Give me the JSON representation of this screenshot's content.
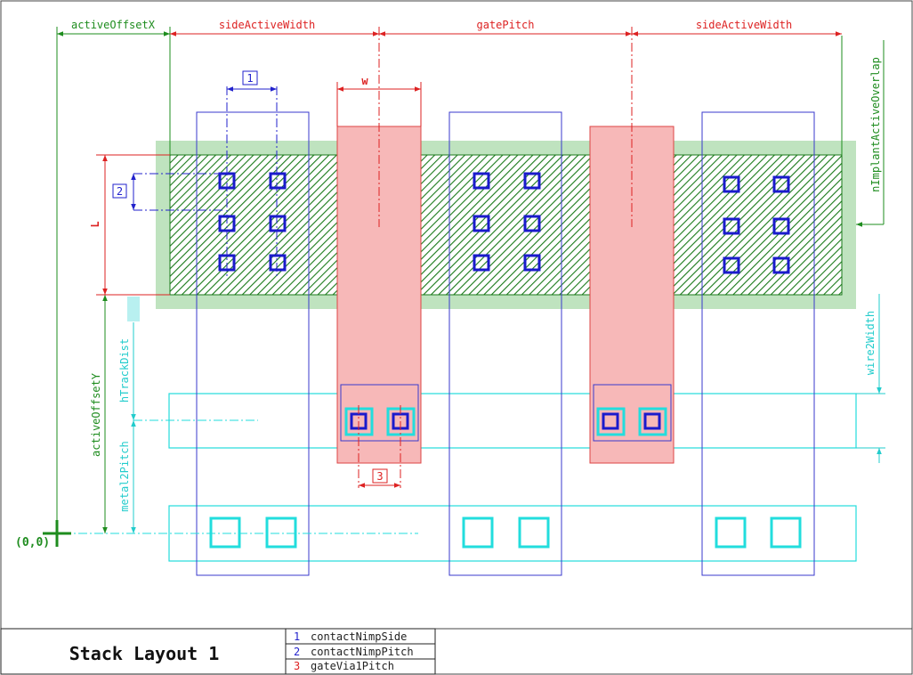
{
  "title_block": {
    "title": "Stack Layout 1",
    "legend": [
      {
        "num": "1",
        "label": "contactNimpSide",
        "color": "#1a1aaa"
      },
      {
        "num": "2",
        "label": "contactNimpPitch",
        "color": "#1a1aaa"
      },
      {
        "num": "3",
        "label": "gateVia1Pitch",
        "color": "#cc2222"
      }
    ]
  },
  "dimensions": {
    "active_offset_x": "activeOffsetX",
    "side_active_width_left": "sideActiveWidth",
    "gate_pitch": "gatePitch",
    "side_active_width_right": "sideActiveWidth",
    "w": "w",
    "L": "L",
    "n_implant_active_overlap": "nImplantActiveOverlap",
    "wire2_width": "wire2Width",
    "active_offset_y": "activeOffsetY",
    "h_track_dist": "hTrackDist",
    "metal2_pitch": "metal2Pitch",
    "ref_1": "1",
    "ref_2": "2",
    "ref_3": "3"
  },
  "origin_label": "(0,0)",
  "colors": {
    "green_dim": "#1e8c1e",
    "red_dim": "#dd2222",
    "blue_dim": "#2222cc",
    "cyan": "#22dddd",
    "implant": "#bfe3bf",
    "active_hatch": "#1a7a1a",
    "poly_fill": "#f7b8b8",
    "poly_stroke": "#dd4444",
    "contact": "#1a1acc",
    "metal_blue": "#3a3acc"
  }
}
